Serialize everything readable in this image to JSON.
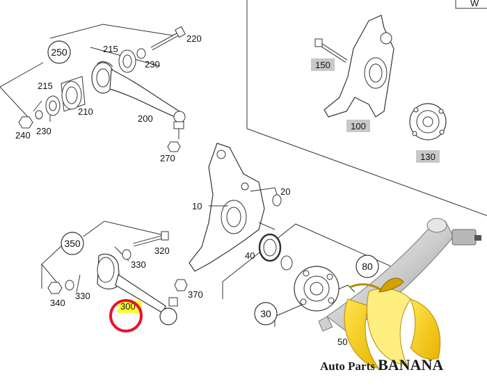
{
  "diagram": {
    "circle_labels": [
      "250",
      "350",
      "80",
      "30"
    ],
    "part_labels": {
      "p220": "220",
      "p215_top": "215",
      "p230_top": "230",
      "p215_left": "215",
      "p210": "210",
      "p200": "200",
      "p240": "240",
      "p230_left": "230",
      "p270": "270",
      "p10": "10",
      "p20": "20",
      "p40": "40",
      "p320": "320",
      "p330_mid": "330",
      "p340": "340",
      "p330_low": "330",
      "p370": "370",
      "p300": "300",
      "p50_partial": "50"
    },
    "boxed_labels": {
      "b150": "150",
      "b100": "100",
      "b130": "130"
    },
    "corner_fragment": "W",
    "highlight_color": "#ffff33",
    "marker_color": "#e8132a"
  },
  "watermark": {
    "text_a": "Auto Parts ",
    "text_b": "BANANA"
  }
}
